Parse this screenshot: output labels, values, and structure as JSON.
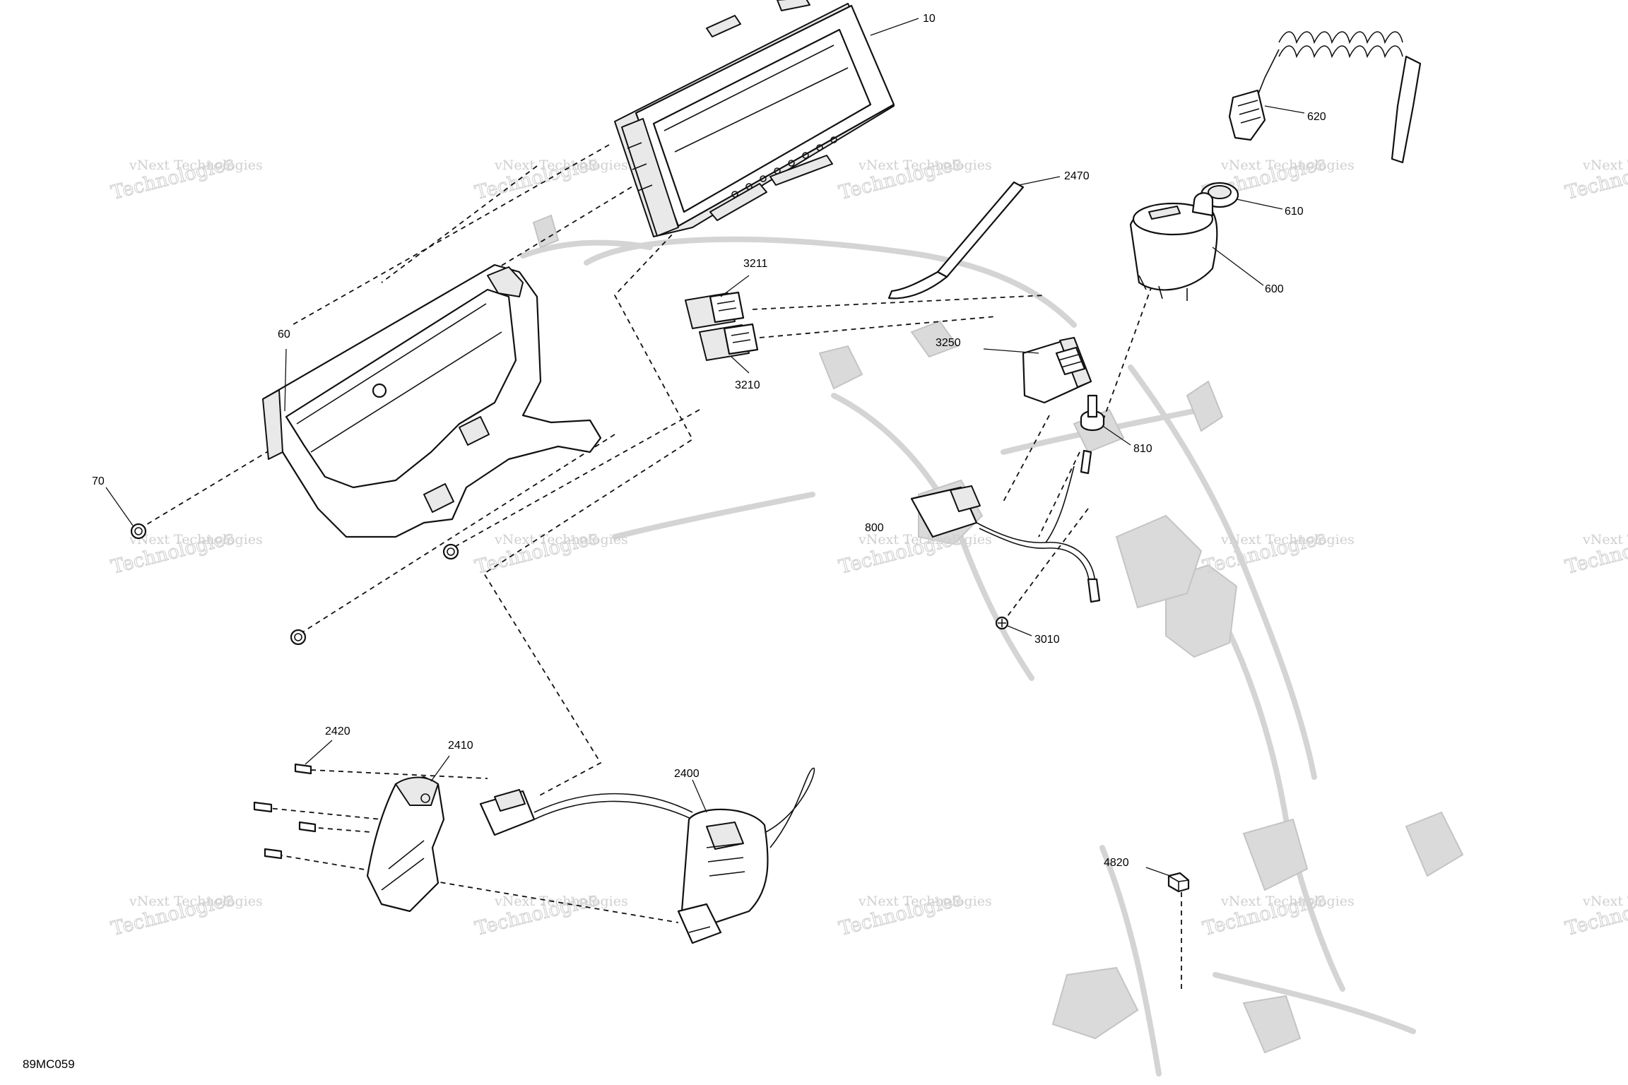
{
  "diagram_code": "89MC059",
  "watermark": {
    "line1": "vNext Technologies",
    "line2": "Technologies"
  },
  "callouts": {
    "p10": "10",
    "p60": "60",
    "p70": "70",
    "p620": "620",
    "p610": "610",
    "p600": "600",
    "p2470": "2470",
    "p3211": "3211",
    "p3210": "3210",
    "p3250": "3250",
    "p810": "810",
    "p800": "800",
    "p3010": "3010",
    "p2420": "2420",
    "p2410": "2410",
    "p2400": "2400",
    "p4820": "4820"
  },
  "colors": {
    "line": "#111111",
    "ghost": "#d4d4d4",
    "watermark": "#cfcfcf"
  }
}
